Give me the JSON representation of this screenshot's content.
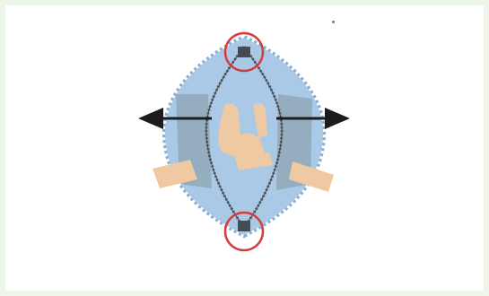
{
  "figure": {
    "description_icons": [
      "separating-zipper-figure"
    ],
    "colors": {
      "page_background": "#edf6e8",
      "pouch_fill": "#a9c9e6",
      "pouch_edge": "#8aaed0",
      "shaded_panel": "#8ea3b1",
      "hand": "#efc9a2",
      "zipper_teeth": "#5b6168",
      "highlight_circle": "#d63b3b",
      "arrow": "#1c1c1c"
    },
    "arrows": [
      "left",
      "right"
    ],
    "highlights": [
      "top-stop",
      "bottom-stop"
    ]
  }
}
